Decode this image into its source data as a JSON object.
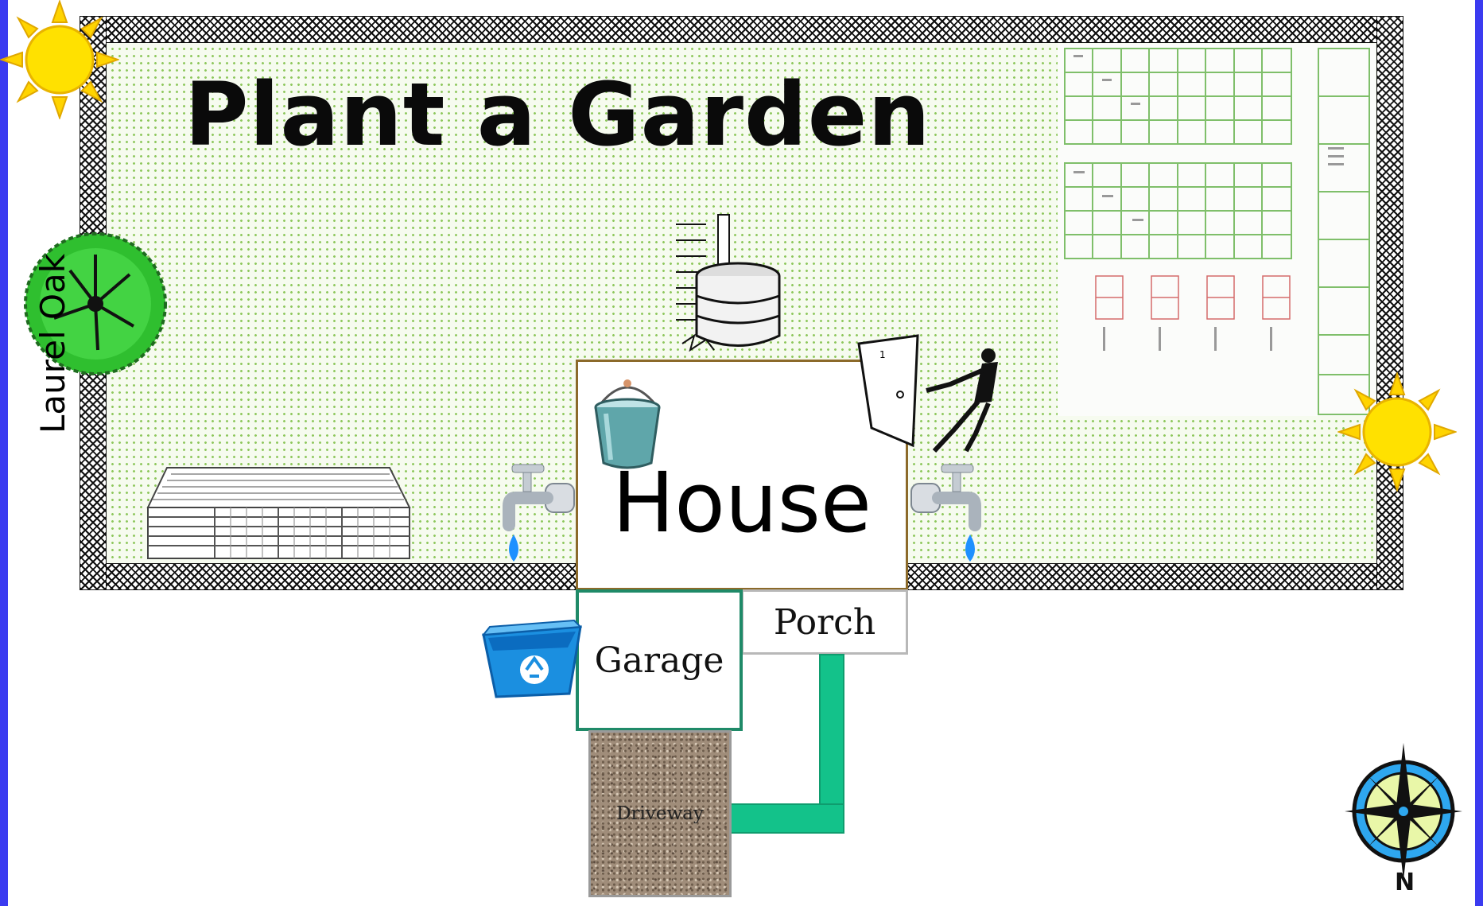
{
  "title": "Plant a Garden",
  "tree": {
    "label": "Laurel Oak"
  },
  "buildings": {
    "house": "House",
    "porch": "Porch",
    "garage": "Garage",
    "driveway": "Driveway"
  },
  "compass": {
    "direction": "N"
  },
  "colors": {
    "frame_blue": "#3b3bf0",
    "walkway": "#13c28a",
    "house_border": "#8c6a2a",
    "garage_border": "#1f8a68",
    "grass_dots": "#8fc85e",
    "sun": "#ffd400",
    "tree": "#2fbf2f"
  },
  "icons": [
    "sun-icon",
    "tree-icon",
    "rain-barrel-icon",
    "bucket-icon",
    "water-faucet-icon",
    "door-icon",
    "person-pulling-door-icon",
    "compost-bin-icon",
    "recycle-bin-icon",
    "compass-rose-icon"
  ]
}
